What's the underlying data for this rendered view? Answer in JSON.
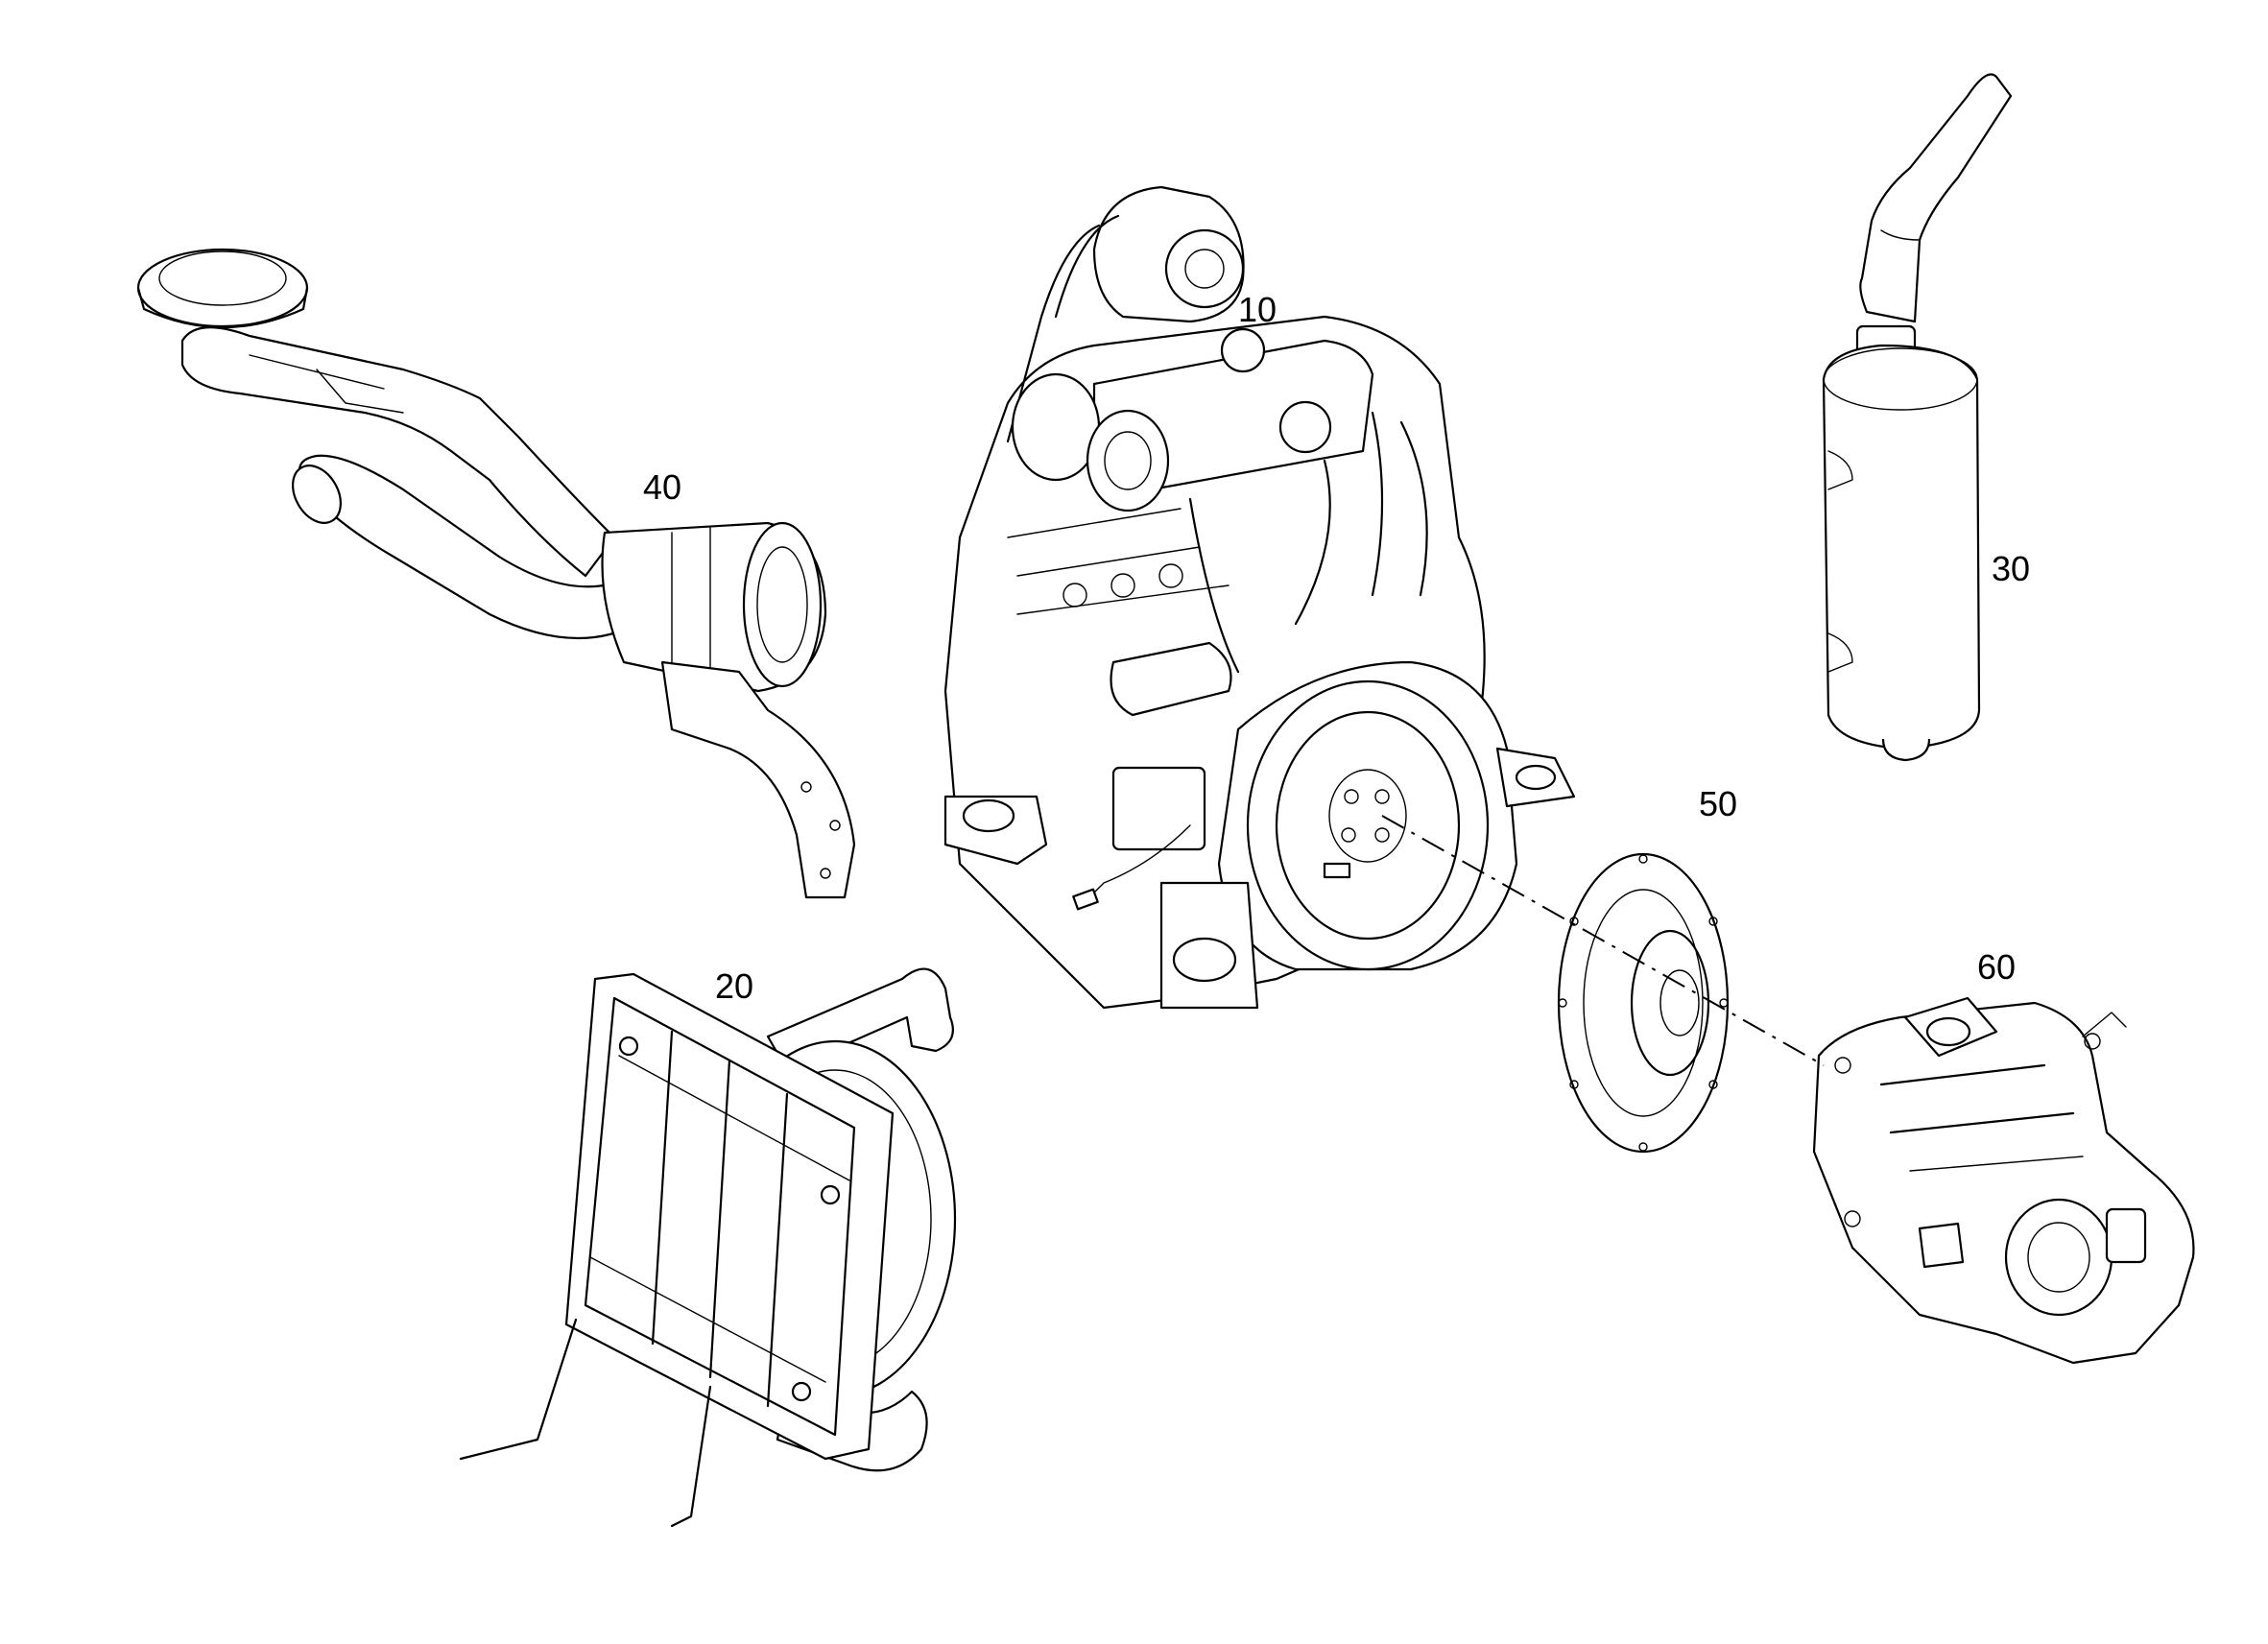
{
  "callouts": {
    "engine": "10",
    "radiator": "20",
    "muffler": "30",
    "air_intake": "40",
    "flex_plate": "50",
    "hydraulic_pump": "60"
  }
}
